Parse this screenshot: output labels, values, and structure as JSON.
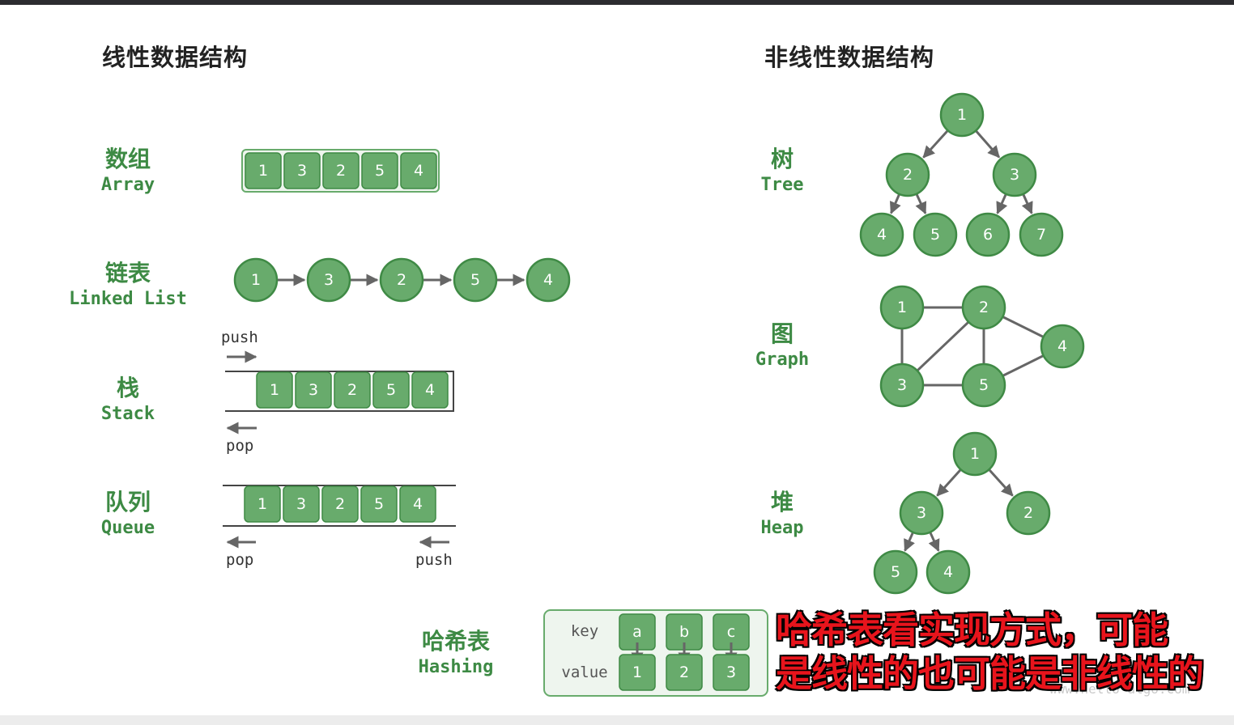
{
  "titles": {
    "linear": "线性数据结构",
    "nonlinear": "非线性数据结构"
  },
  "labels": {
    "array": {
      "cn": "数组",
      "en": "Array"
    },
    "linked_list": {
      "cn": "链表",
      "en": "Linked List"
    },
    "stack": {
      "cn": "栈",
      "en": "Stack"
    },
    "queue": {
      "cn": "队列",
      "en": "Queue"
    },
    "tree": {
      "cn": "树",
      "en": "Tree"
    },
    "graph": {
      "cn": "图",
      "en": "Graph"
    },
    "heap": {
      "cn": "堆",
      "en": "Heap"
    },
    "hashing": {
      "cn": "哈希表",
      "en": "Hashing"
    }
  },
  "array_values": [
    "1",
    "3",
    "2",
    "5",
    "4"
  ],
  "linked_list_values": [
    "1",
    "3",
    "2",
    "5",
    "4"
  ],
  "stack": {
    "values": [
      "1",
      "3",
      "2",
      "5",
      "4"
    ],
    "push": "push",
    "pop": "pop"
  },
  "queue": {
    "values": [
      "1",
      "3",
      "2",
      "5",
      "4"
    ],
    "push": "push",
    "pop": "pop"
  },
  "tree_values": [
    "1",
    "2",
    "3",
    "4",
    "5",
    "6",
    "7"
  ],
  "graph": {
    "nodes": [
      "1",
      "2",
      "3",
      "4",
      "5"
    ],
    "edges": [
      [
        "1",
        "2"
      ],
      [
        "1",
        "3"
      ],
      [
        "2",
        "3"
      ],
      [
        "2",
        "5"
      ],
      [
        "2",
        "4"
      ],
      [
        "3",
        "5"
      ],
      [
        "5",
        "4"
      ]
    ]
  },
  "heap_values": [
    "1",
    "3",
    "2",
    "5",
    "4"
  ],
  "hashing": {
    "key_label": "key",
    "value_label": "value",
    "keys": [
      "a",
      "b",
      "c"
    ],
    "values": [
      "1",
      "2",
      "3"
    ]
  },
  "overlay": {
    "line1": "哈希表看实现方式，可能",
    "line2": "是线性的也可能是非线性的"
  },
  "watermark": "www.hello-algo.com",
  "colors": {
    "node_fill": "#68ab6c",
    "node_stroke": "#3f8a45",
    "text_green": "#3d8a44",
    "arrow": "#666666",
    "overlay_text": "#e8141c"
  }
}
